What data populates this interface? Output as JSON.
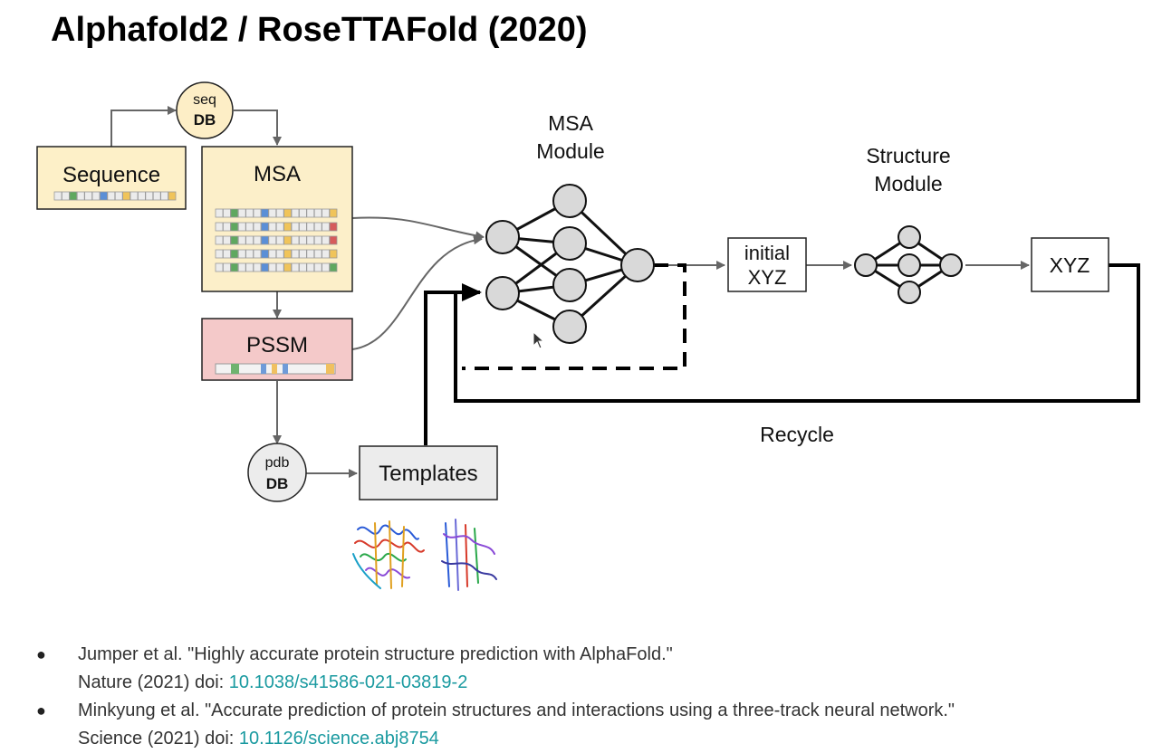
{
  "title": "Alphafold2 / RoseTTAFold (2020)",
  "diagram": {
    "seq_db": {
      "top": "seq",
      "bottom": "DB"
    },
    "pdb_db": {
      "top": "pdb",
      "bottom": "DB"
    },
    "sequence_label": "Sequence",
    "msa_label": "MSA",
    "pssm_label": "PSSM",
    "templates_label": "Templates",
    "msa_module_label": [
      "MSA",
      "Module"
    ],
    "structure_module_label": [
      "Structure",
      "Module"
    ],
    "initial_xyz_label": [
      "initial",
      "XYZ"
    ],
    "xyz_label": "XYZ",
    "recycle_label": "Recycle"
  },
  "references": [
    {
      "citation": "Jumper et al. \"Highly accurate protein structure prediction with AlphaFold.\"",
      "journal": "Nature (2021) doi: ",
      "doi": "10.1038/s41586-021-03819-2"
    },
    {
      "citation": "Minkyung et al. \"Accurate prediction of protein structures and interactions using a three-track neural network.\"",
      "journal": "Science (2021) doi: ",
      "doi": "10.1126/science.abj8754"
    }
  ],
  "colors": {
    "sequence_fill": "#fdf0c8",
    "msa_fill": "#fcefc9",
    "pssm_fill": "#f4c9c9",
    "templates_fill": "#ececec",
    "db_fill": "#fdeec6",
    "doi_link": "#1a9aa0"
  },
  "icons": [
    "cursor-icon",
    "protein-structure-image",
    "bullet-icon"
  ]
}
